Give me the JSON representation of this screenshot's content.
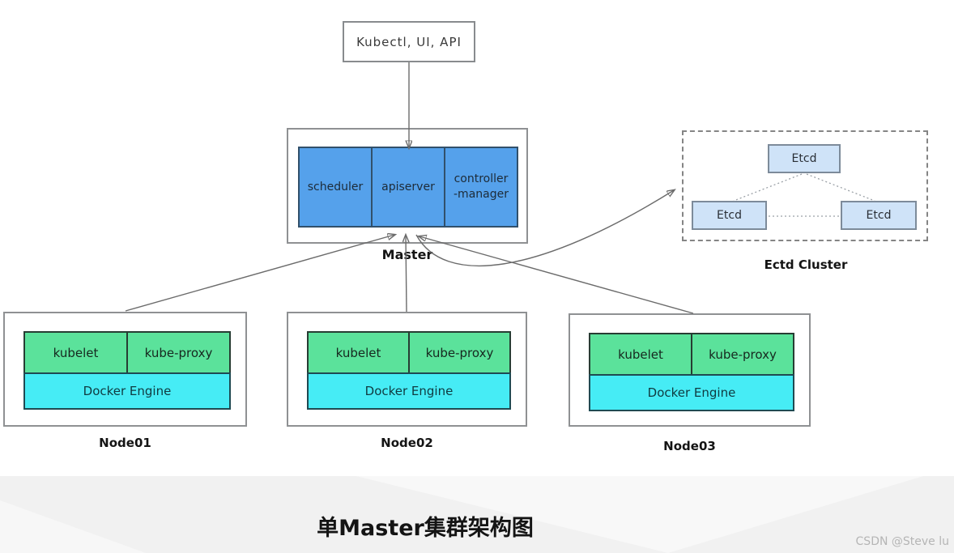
{
  "client_box": {
    "label": "Kubectl, UI, API"
  },
  "master": {
    "label": "Master",
    "components": [
      {
        "label": "scheduler"
      },
      {
        "label": "apiserver"
      },
      {
        "label": "controller\n-manager"
      }
    ]
  },
  "etcd_cluster": {
    "label": "Ectd Cluster",
    "members": [
      {
        "label": "Etcd"
      },
      {
        "label": "Etcd"
      },
      {
        "label": "Etcd"
      }
    ]
  },
  "nodes": [
    {
      "label": "Node01",
      "components": [
        {
          "label": "kubelet"
        },
        {
          "label": "kube-proxy"
        }
      ],
      "engine": "Docker Engine"
    },
    {
      "label": "Node02",
      "components": [
        {
          "label": "kubelet"
        },
        {
          "label": "kube-proxy"
        }
      ],
      "engine": "Docker Engine"
    },
    {
      "label": "Node03",
      "components": [
        {
          "label": "kubelet"
        },
        {
          "label": "kube-proxy"
        }
      ],
      "engine": "Docker Engine"
    }
  ],
  "caption": "单Master集群架构图",
  "watermark": "CSDN @Steve lu",
  "colors": {
    "master_component_fill": "#55a1eb",
    "node_component_fill": "#5be29b",
    "engine_fill": "#46ecf5",
    "etcd_fill": "#cfe3f8",
    "line_color": "#6b6b6b",
    "band_bg": "#f1f1f1",
    "watermark_color": "#b5b5b5"
  }
}
